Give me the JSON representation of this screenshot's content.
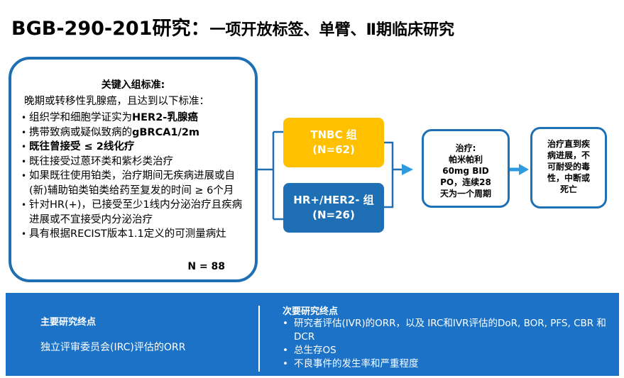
{
  "title": {
    "main": "BGB-290-201研究：",
    "sub": "一项开放标签、单臂、Ⅱ期临床研究"
  },
  "criteria": {
    "heading": "关键入组标准:",
    "intro": "晚期或转移性乳腺癌，且达到以下标准：",
    "items": [
      {
        "pre": "组织学和细胞学证实为",
        "bold": "HER2-乳腺癌",
        "post": ""
      },
      {
        "pre": "携带致病或疑似致病的",
        "bold": "gBRCA1/2m",
        "post": ""
      },
      {
        "pre": "",
        "bold": "既往曾接受 ≤ 2线化疗",
        "post": ""
      },
      {
        "pre": "既往接受过蒽环类和紫杉类治疗",
        "bold": "",
        "post": ""
      },
      {
        "pre": "如果既往使用铂类，治疗期间无疾病进展或自(新)辅助铂类铂类给药至复发的时间 ≥ 6个月",
        "bold": "",
        "post": ""
      },
      {
        "pre": "针对HR(+)，已接受至少1线内分泌治疗且疾病进展或不宜接受内分泌治疗",
        "bold": "",
        "post": ""
      },
      {
        "pre": "具有根据RECIST版本1.1定义的可测量病灶",
        "bold": "",
        "post": ""
      }
    ],
    "n": "N = 88"
  },
  "arms": {
    "tnbc": {
      "label": "TNBC 组",
      "n": "(N=62)"
    },
    "hr": {
      "label": "HR+/HER2- 组",
      "n": "(N=26)"
    }
  },
  "treatment": {
    "heading": "治疗:",
    "lines": [
      "帕米帕利",
      "60mg BID",
      "PO，连续28",
      "天为一个周期"
    ]
  },
  "until": {
    "lines": [
      "治疗直到疾",
      "病进展，不",
      "可耐受的毒",
      "性，中断或",
      "死亡"
    ]
  },
  "primary": {
    "heading": "主要研究终点",
    "text": "独立评审委员会(IRC)评估的ORR"
  },
  "secondary": {
    "heading": "次要研究终点",
    "items": [
      "研究者评估(IVR)的ORR，以及 IRC和IVR评估的DoR, BOR, PFS, CBR 和 DCR",
      "总生存OS",
      "不良事件的发生率和严重程度"
    ]
  },
  "colors": {
    "blue": "#1f6fb5",
    "yellow": "#ffc000",
    "arrow": "#2e9be0",
    "bottom_band": "#1b72c6"
  }
}
